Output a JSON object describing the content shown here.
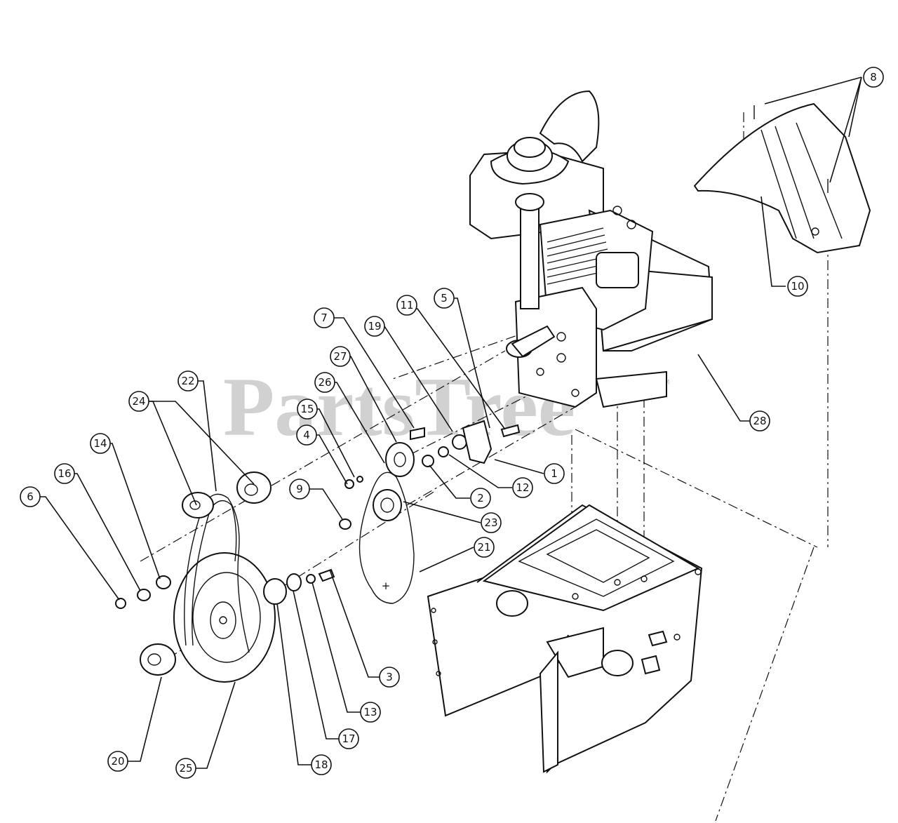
{
  "watermark": {
    "text": "PartsTree",
    "tm": "TM"
  },
  "callouts": [
    "1",
    "2",
    "3",
    "4",
    "5",
    "6",
    "7",
    "8",
    "9",
    "10",
    "11",
    "12",
    "13",
    "14",
    "15",
    "16",
    "17",
    "18",
    "19",
    "20",
    "21",
    "22",
    "23",
    "24",
    "25",
    "26",
    "27",
    "28"
  ]
}
